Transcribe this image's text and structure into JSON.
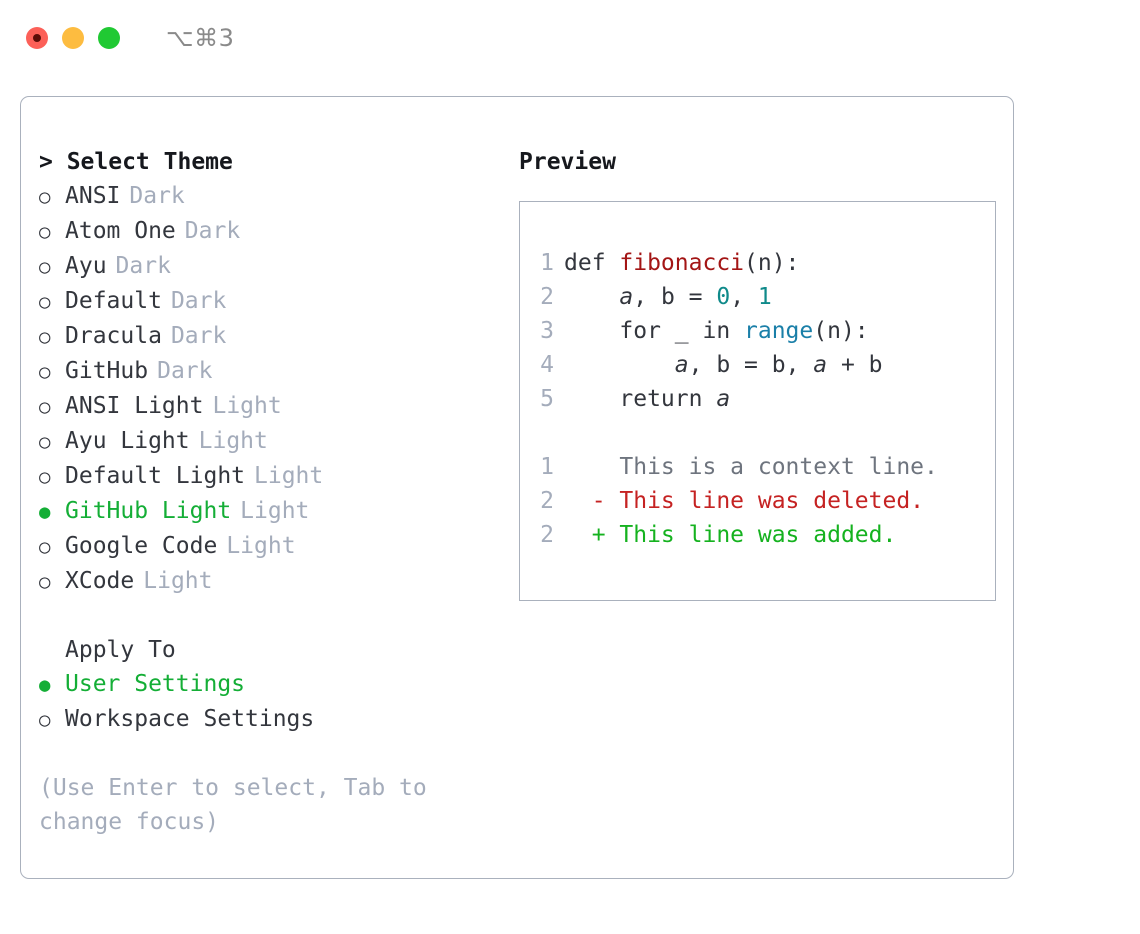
{
  "titlebar": {
    "shortcut": "⌥⌘3",
    "lights": [
      "close-red",
      "minimize-yellow",
      "zoom-green"
    ]
  },
  "theme_selector": {
    "heading": "> Select Theme",
    "items": [
      {
        "bullet": "○",
        "label": "ANSI",
        "badge": "Dark",
        "selected": false
      },
      {
        "bullet": "○",
        "label": "Atom One",
        "badge": "Dark",
        "selected": false
      },
      {
        "bullet": "○",
        "label": "Ayu",
        "badge": "Dark",
        "selected": false
      },
      {
        "bullet": "○",
        "label": "Default",
        "badge": "Dark",
        "selected": false
      },
      {
        "bullet": "○",
        "label": "Dracula",
        "badge": "Dark",
        "selected": false
      },
      {
        "bullet": "○",
        "label": "GitHub",
        "badge": "Dark",
        "selected": false
      },
      {
        "bullet": "○",
        "label": "ANSI Light",
        "badge": "Light",
        "selected": false
      },
      {
        "bullet": "○",
        "label": "Ayu Light",
        "badge": "Light",
        "selected": false
      },
      {
        "bullet": "○",
        "label": "Default Light",
        "badge": "Light",
        "selected": false
      },
      {
        "bullet": "●",
        "label": "GitHub Light",
        "badge": "Light",
        "selected": true
      },
      {
        "bullet": "○",
        "label": "Google Code",
        "badge": "Light",
        "selected": false
      },
      {
        "bullet": "○",
        "label": "XCode",
        "badge": "Light",
        "selected": false
      }
    ]
  },
  "apply_to": {
    "label": "Apply To",
    "items": [
      {
        "bullet": "●",
        "label": "User Settings",
        "selected": true
      },
      {
        "bullet": "○",
        "label": "Workspace Settings",
        "selected": false
      }
    ]
  },
  "hint": "(Use Enter to select, Tab to change focus)",
  "preview": {
    "heading": "Preview",
    "code": [
      {
        "no": "1",
        "segments": [
          {
            "text": "def ",
            "style": "plain"
          },
          {
            "text": "fibonacci",
            "style": "fn"
          },
          {
            "text": "(n):",
            "style": "plain"
          }
        ]
      },
      {
        "no": "2",
        "segments": [
          {
            "text": "    ",
            "style": "plain"
          },
          {
            "text": "a",
            "style": "var"
          },
          {
            "text": ", b = ",
            "style": "plain"
          },
          {
            "text": "0",
            "style": "num"
          },
          {
            "text": ", ",
            "style": "plain"
          },
          {
            "text": "1",
            "style": "num"
          }
        ]
      },
      {
        "no": "3",
        "segments": [
          {
            "text": "    for _ in ",
            "style": "plain"
          },
          {
            "text": "range",
            "style": "call"
          },
          {
            "text": "(n):",
            "style": "plain"
          }
        ]
      },
      {
        "no": "4",
        "segments": [
          {
            "text": "        ",
            "style": "plain"
          },
          {
            "text": "a",
            "style": "var"
          },
          {
            "text": ", b = b, ",
            "style": "plain"
          },
          {
            "text": "a",
            "style": "var"
          },
          {
            "text": " + b",
            "style": "plain"
          }
        ]
      },
      {
        "no": "5",
        "segments": [
          {
            "text": "    return ",
            "style": "plain"
          },
          {
            "text": "a",
            "style": "var"
          }
        ]
      }
    ],
    "diff": [
      {
        "no": "1",
        "prefix": "  ",
        "text": "This is a context line.",
        "kind": "ctx"
      },
      {
        "no": "2",
        "prefix": "- ",
        "text": "This line was deleted.",
        "kind": "del"
      },
      {
        "no": "2",
        "prefix": "+ ",
        "text": "This line was added.",
        "kind": "add"
      }
    ]
  },
  "colors": {
    "accent_green": "#14ae36",
    "muted": "#a4acbb",
    "text": "#33363d",
    "border": "#aab1bd",
    "fn_red": "#a31515",
    "num_teal": "#0f8a8a",
    "call_blue": "#1a7fa8",
    "diff_del": "#c52222",
    "diff_add": "#15b21f"
  }
}
